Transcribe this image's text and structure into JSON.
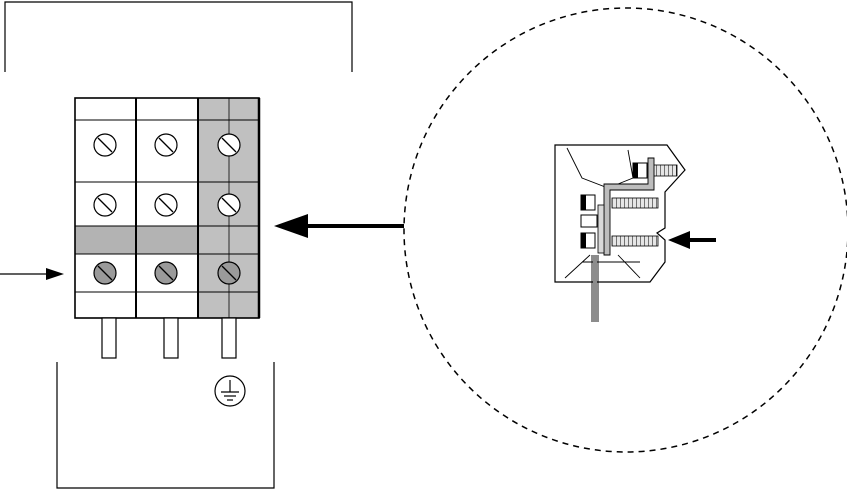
{
  "diagram": {
    "description_visible_text": "",
    "terminal_block": {
      "columns": [
        {
          "id": "left",
          "color": "#ffffff",
          "screws": [
            "open",
            "open",
            "closed"
          ]
        },
        {
          "id": "middle",
          "color": "#ffffff",
          "screws": [
            "open",
            "open",
            "closed"
          ]
        },
        {
          "id": "right-ground",
          "color": "#c0c0c0",
          "screws": [
            "open",
            "open",
            "closed"
          ]
        }
      ],
      "band_color": "#b3b3b3",
      "closed_screw_color": "#9a9a9a"
    },
    "symbols": [
      {
        "name": "protective-earth-symbol",
        "meaning": "ground"
      }
    ],
    "arrows": [
      {
        "name": "left-pointer-arrow",
        "direction": "right"
      },
      {
        "name": "detail-callout-arrow",
        "direction": "left"
      },
      {
        "name": "detail-internal-arrow",
        "direction": "left"
      }
    ],
    "colors": {
      "stroke": "#000000",
      "detail_bar_light": "#d9d9d9",
      "detail_bar_mid": "#bdbdbd",
      "wire_gray": "#8c8c8c"
    }
  }
}
